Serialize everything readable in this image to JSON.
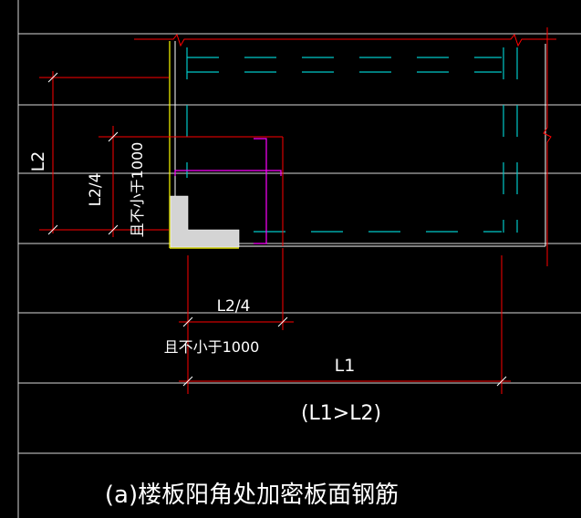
{
  "labels": {
    "l2": "L2",
    "l2_quarter": "L2/4",
    "min_1000_vertical": "且不小于1000",
    "l2_quarter_bottom": "L2/4",
    "min_1000_horizontal": "且不小于1000",
    "l1": "L1",
    "condition": "(L1>L2)",
    "caption": "(a)楼板阳角处加密板面钢筋"
  },
  "colors": {
    "background": "#000000",
    "grid_line": "#d8d8d8",
    "dimension": "#ff0000",
    "rebar": "#00c8c8",
    "edge": "#ffff00",
    "column_fill": "#d4d4d4",
    "reinforcement": "#ff00ff",
    "outline": "#ffffff",
    "text": "#ffffff"
  }
}
